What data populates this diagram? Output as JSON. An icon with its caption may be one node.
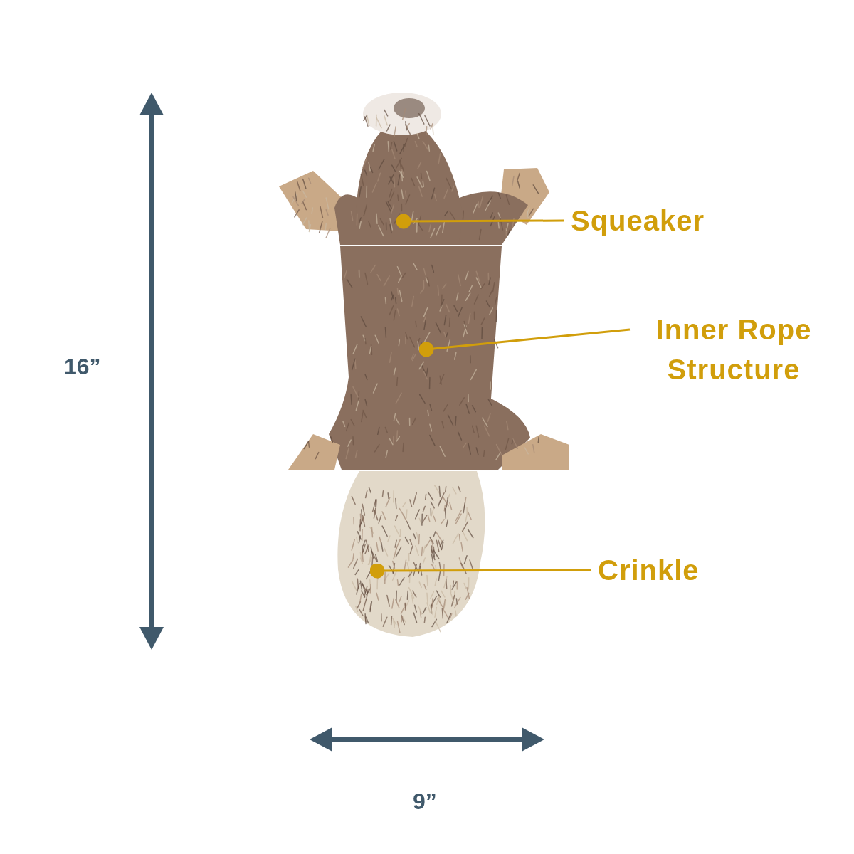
{
  "diagram": {
    "nodes": [
      {
        "text": [
          "Squeaker"
        ]
      },
      {
        "text": [],
        "shape": "picture"
      },
      {
        "text": [
          "Inner Rope Structure"
        ]
      },
      {
        "text": [],
        "shape": "picture"
      },
      {
        "text": [
          "Crinkle"
        ]
      },
      {
        "text": [],
        "shape": "picture"
      }
    ],
    "edges": [
      {
        "from": 0,
        "to": 1,
        "arrow": "other"
      },
      {
        "from": 2,
        "to": 3,
        "arrow": "other"
      },
      {
        "from": 4,
        "to": 5,
        "arrow": "other"
      }
    ],
    "labels": [
      "16”",
      "9”"
    ]
  }
}
